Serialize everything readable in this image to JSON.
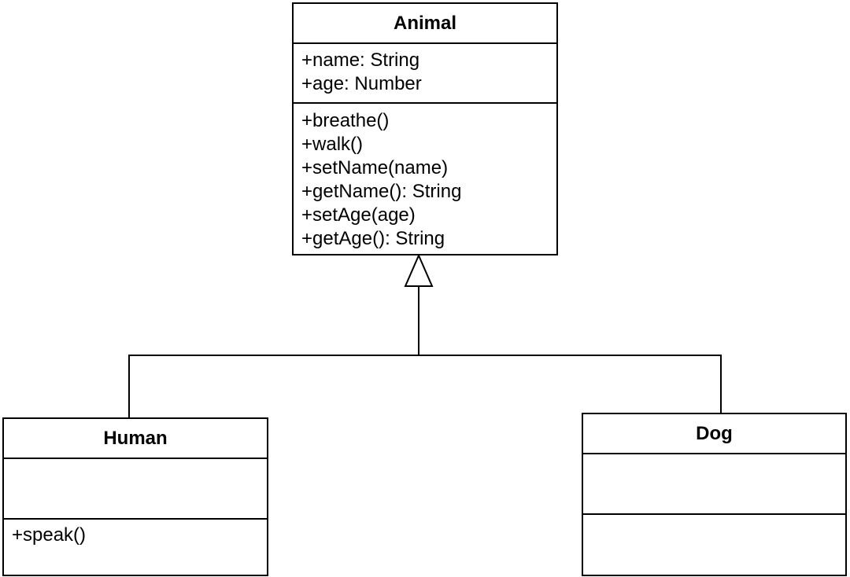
{
  "diagram": {
    "type": "UML class diagram",
    "classes": {
      "animal": {
        "name": "Animal",
        "attributes": [
          "+name: String",
          "+age: Number"
        ],
        "methods": [
          "+breathe()",
          "+walk()",
          "+setName(name)",
          "+getName(): String",
          "+setAge(age)",
          "+getAge(): String"
        ]
      },
      "human": {
        "name": "Human",
        "attributes": [],
        "methods": [
          "+speak()"
        ]
      },
      "dog": {
        "name": "Dog",
        "attributes": [],
        "methods": []
      }
    },
    "relationships": [
      {
        "type": "generalization",
        "from": "Human",
        "to": "Animal"
      },
      {
        "type": "generalization",
        "from": "Dog",
        "to": "Animal"
      }
    ]
  }
}
